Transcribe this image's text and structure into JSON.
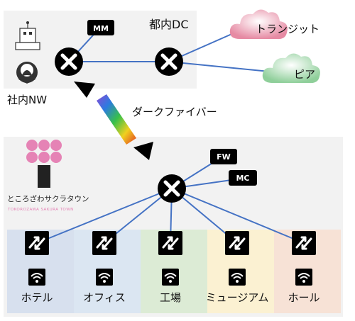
{
  "dc": {
    "label": "都内DC",
    "mm_label": "MM"
  },
  "corp_label": "社内NW",
  "clouds": {
    "transit": "トランジット",
    "peer": "ピア"
  },
  "fiber_label": "ダークファイバー",
  "site": {
    "fw_label": "FW",
    "mc_label": "MC",
    "logo_jp": "ところざわサクラタウン",
    "logo_en": "TOKOROZAWA SAKURA TOWN"
  },
  "buildings": [
    {
      "label": "ホテル",
      "color": "#d7e0ee"
    },
    {
      "label": "オフィス",
      "color": "#dbe6f2"
    },
    {
      "label": "工場",
      "color": "#dcebd5"
    },
    {
      "label": "ミュージアム",
      "color": "#fbf1d2"
    },
    {
      "label": "ホール",
      "color": "#f7e2d6"
    }
  ],
  "colors": {
    "link": "#4472c4",
    "dc_bg": "#f2f2f2",
    "site_bg": "#f2f2f2",
    "cloud_transit": "#e9a2b4",
    "cloud_peer": "#9fd3a8",
    "sakura_pink": "#e583b5"
  },
  "icons": {
    "router": "router-x-icon",
    "switch": "switch-arrows-icon",
    "wifi": "wifi-icon"
  }
}
